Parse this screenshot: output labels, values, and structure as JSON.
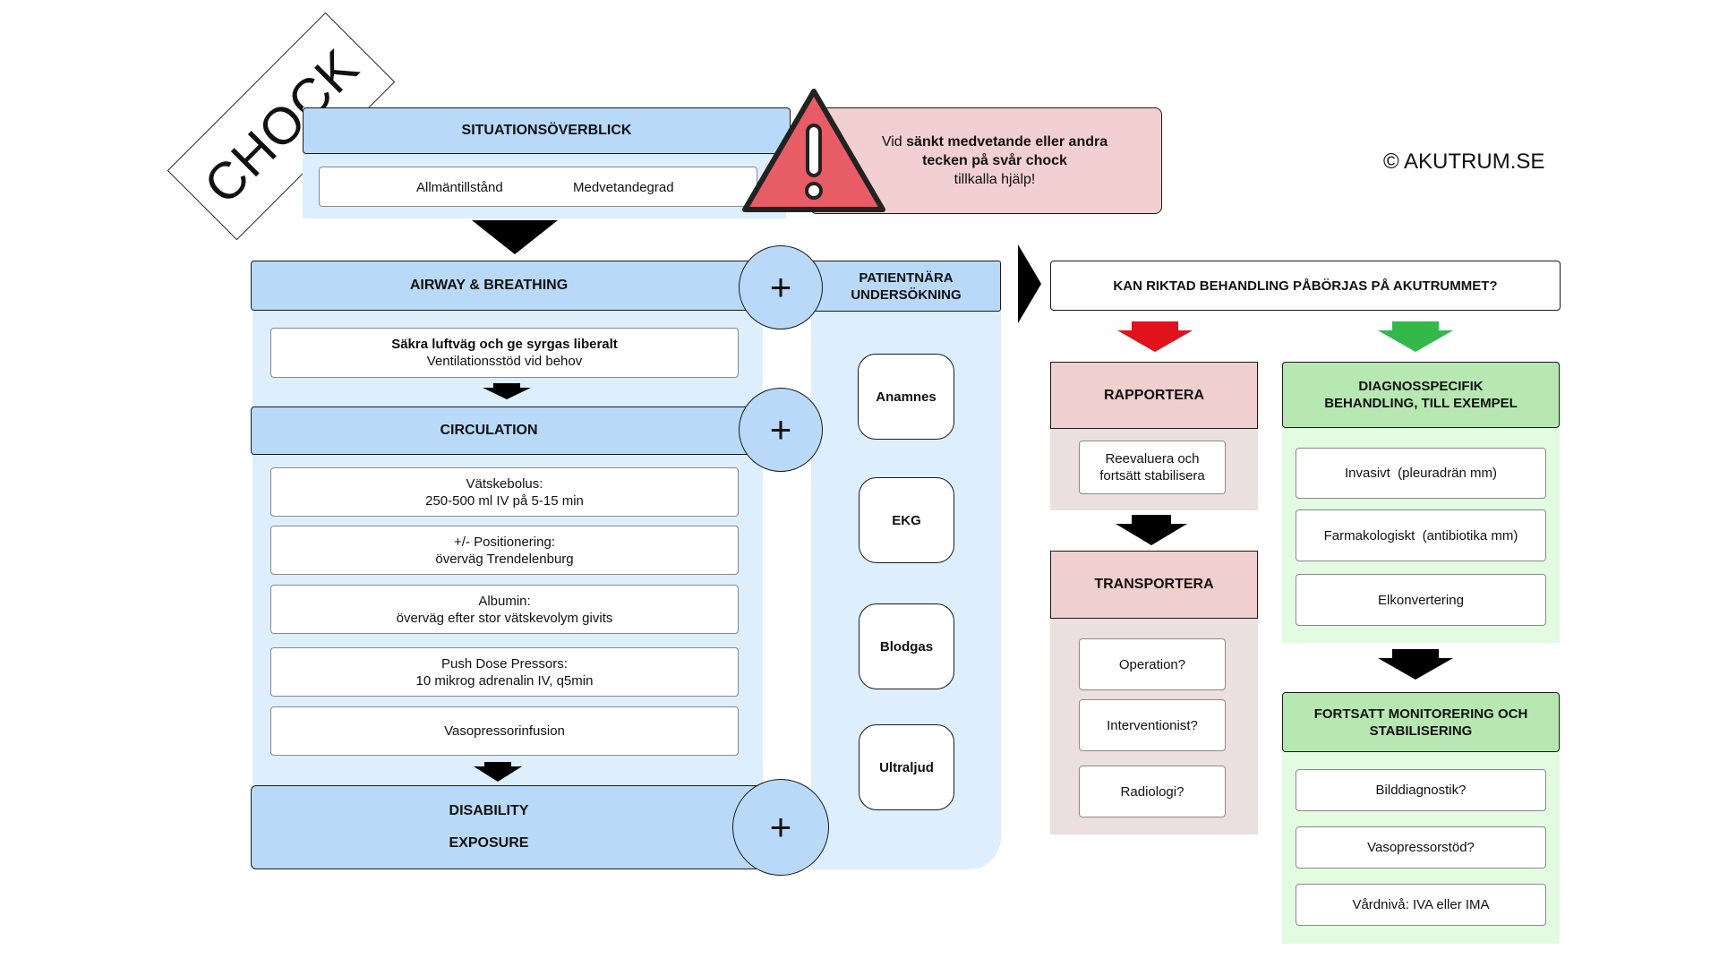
{
  "title": "CHOCK",
  "copyright": "© AKUTRUM.SE",
  "situation": {
    "header": "SITUATIONSÖVERBLICK",
    "items": [
      "Allmäntillstånd",
      "Medvetandegrad"
    ]
  },
  "warning": {
    "line1_prefix": "Vid ",
    "line1_bold": "sänkt medvetande eller andra",
    "line2_bold": "tecken på svår chock",
    "line3": "tillkalla hjälp!",
    "icon": "warning-triangle-icon",
    "color": "#e85c66"
  },
  "airway": {
    "header": "AIRWAY & BREATHING",
    "step_bold": "Säkra luftväg och ge syrgas liberalt",
    "step_sub": "Ventilationsstöd vid behov"
  },
  "circulation": {
    "header": "CIRCULATION",
    "steps": [
      {
        "l1": "Vätskebolus:",
        "l2": "250-500 ml IV på 5-15 min"
      },
      {
        "l1": "+/- Positionering:",
        "l2": "överväg Trendelenburg"
      },
      {
        "l1": "Albumin:",
        "l2": "överväg efter stor vätskevolym givits"
      },
      {
        "l1": "Push Dose Pressors:",
        "l2": "10 mikrog adrenalin IV, q5min"
      },
      {
        "l1": "Vasopressorinfusion",
        "l2": ""
      }
    ]
  },
  "disability": {
    "line1": "DISABILITY",
    "line2": "EXPOSURE"
  },
  "plus": "+",
  "patient": {
    "header_l1": "PATIENTNÄRA",
    "header_l2": "UNDERSÖKNING",
    "items": [
      "Anamnes",
      "EKG",
      "Blodgas",
      "Ultraljud"
    ]
  },
  "question": "KAN RIKTAD BEHANDLING PÅBÖRJAS PÅ AKUTRUMMET?",
  "report": {
    "header": "RAPPORTERA",
    "l1": "Reevaluera och",
    "l2": "fortsätt stabilisera",
    "arrow_color": "#e0121b"
  },
  "transport": {
    "header": "TRANSPORTERA",
    "items": [
      "Operation?",
      "Interventionist?",
      "Radiologi?"
    ]
  },
  "diagnosis": {
    "header_l1": "DIAGNOSSPECIFIK",
    "header_l2": "BEHANDLING, TILL EXEMPEL",
    "items": [
      "Invasivt  (pleuradrän mm)",
      "Farmakologiskt  (antibiotika mm)",
      "Elkonvertering"
    ],
    "arrow_color": "#33b84a"
  },
  "monitoring": {
    "header_l1": "FORTSATT MONITORERING OCH",
    "header_l2": "STABILISERING",
    "items": [
      "Bilddiagnostik?",
      "Vasopressorstöd?",
      "Vårdnivå: IVA eller IMA"
    ]
  }
}
